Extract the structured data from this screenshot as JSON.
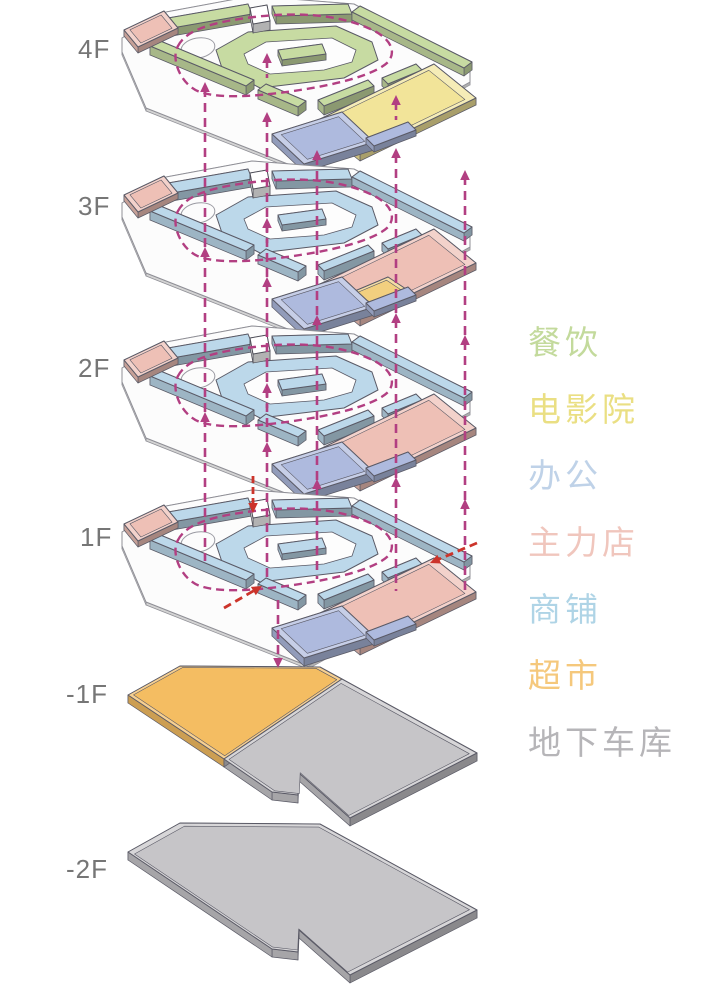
{
  "diagram_title": "",
  "floors": [
    {
      "label": "4F",
      "ring_color": "dining_green",
      "right_plate_color": "cinema_yellow"
    },
    {
      "label": "3F",
      "ring_color": "shops_blue",
      "right_plate_color": "anchor_pink",
      "extra_plate_color": "accent_orange"
    },
    {
      "label": "2F",
      "ring_color": "shops_blue",
      "right_plate_color": "anchor_pink"
    },
    {
      "label": "1F",
      "ring_color": "shops_blue",
      "right_plate_color": "anchor_pink"
    },
    {
      "label": "-1F",
      "plate_colors": [
        "supermarket_orange",
        "garage_gray"
      ]
    },
    {
      "label": "-2F",
      "plate_colors": [
        "garage_gray"
      ]
    }
  ],
  "legend": {
    "items": [
      {
        "id": "dining",
        "label": "餐饮",
        "color": "#c3da9c"
      },
      {
        "id": "cinema",
        "label": "电影院",
        "color": "#eadf83"
      },
      {
        "id": "office",
        "label": "办公",
        "color": "#bfd2e8"
      },
      {
        "id": "anchor-store",
        "label": "主力店",
        "color": "#f0c6bd"
      },
      {
        "id": "shops",
        "label": "商铺",
        "color": "#afd4e6"
      },
      {
        "id": "supermarket",
        "label": "超市",
        "color": "#f5c87c"
      },
      {
        "id": "underground-garage",
        "label": "地下车库",
        "color": "#b6b5b8"
      }
    ]
  },
  "colors": {
    "dining_green": "#c7dba2",
    "shops_blue": "#bcd8ea",
    "anchor_pink": "#eec0b6",
    "cinema_yellow": "#f2e499",
    "accent_orange": "#f2cf7f",
    "office_periwinkle": "#aebade",
    "supermarket_orange": "#f4bd62",
    "garage_gray": "#c6c5c8",
    "slab_white": "#fcfcfc",
    "circulation_magenta": "#b23f82",
    "entrance_red": "#cc342b",
    "outline": "#5a5a66",
    "label_gray": "#767676"
  }
}
